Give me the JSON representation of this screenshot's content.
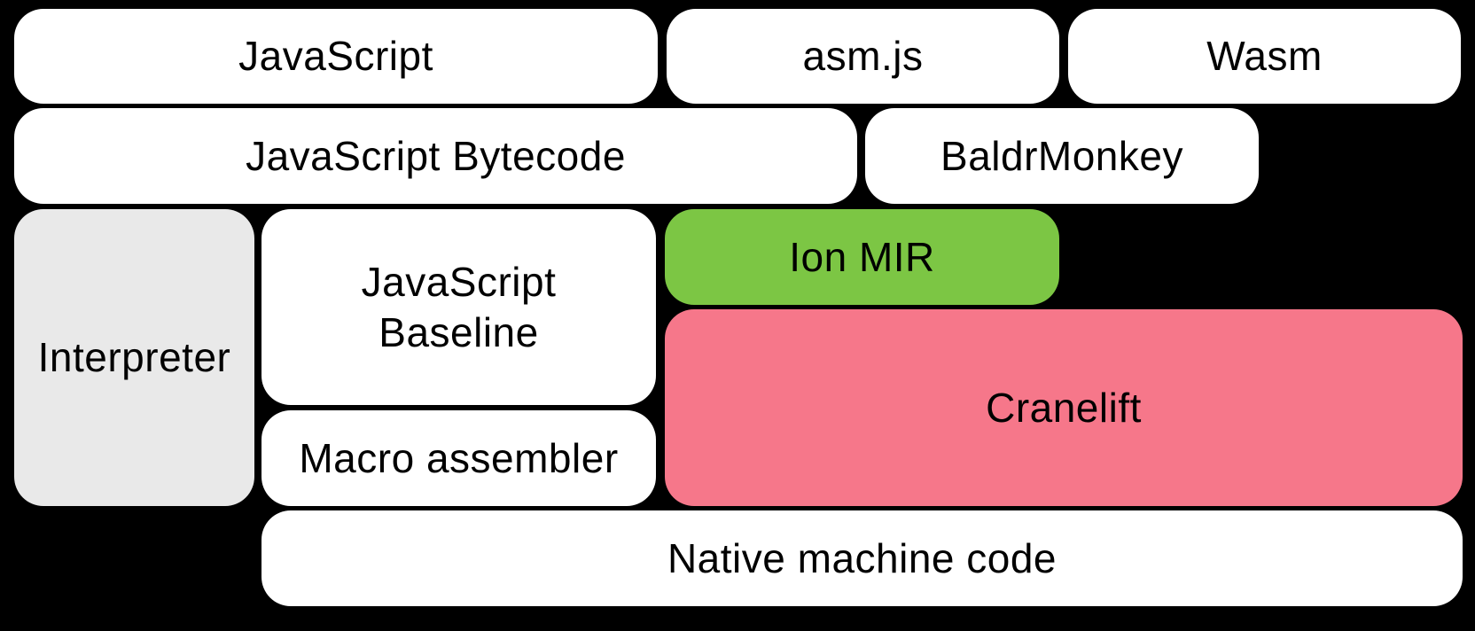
{
  "diagram": {
    "description": "Compiler pipeline diagram",
    "nodes": [
      {
        "id": "javascript",
        "label": "JavaScript",
        "color": "#ffffff"
      },
      {
        "id": "asm-js",
        "label": "asm.js",
        "color": "#ffffff"
      },
      {
        "id": "wasm",
        "label": "Wasm",
        "color": "#ffffff"
      },
      {
        "id": "javascript-bytecode",
        "label": "JavaScript Bytecode",
        "color": "#ffffff"
      },
      {
        "id": "baldrmonkey",
        "label": "BaldrMonkey",
        "color": "#ffffff"
      },
      {
        "id": "interpreter",
        "label": "Interpreter",
        "color": "#e9e9e9"
      },
      {
        "id": "javascript-baseline",
        "label": "JavaScript\nBaseline",
        "color": "#ffffff"
      },
      {
        "id": "ion-mir",
        "label": "Ion MIR",
        "color": "#7cc644"
      },
      {
        "id": "cranelift",
        "label": "Cranelift",
        "color": "#f6778a"
      },
      {
        "id": "macro-assembler",
        "label": "Macro assembler",
        "color": "#ffffff"
      },
      {
        "id": "native-machine-code",
        "label": "Native machine code",
        "color": "#ffffff"
      }
    ]
  },
  "colors": {
    "background": "#000000",
    "box_default": "#ffffff",
    "box_interpreter_gray": "#e9e9e9",
    "box_ion_green": "#7cc644",
    "box_cranelift_pink": "#f6778a",
    "text": "#000000"
  }
}
